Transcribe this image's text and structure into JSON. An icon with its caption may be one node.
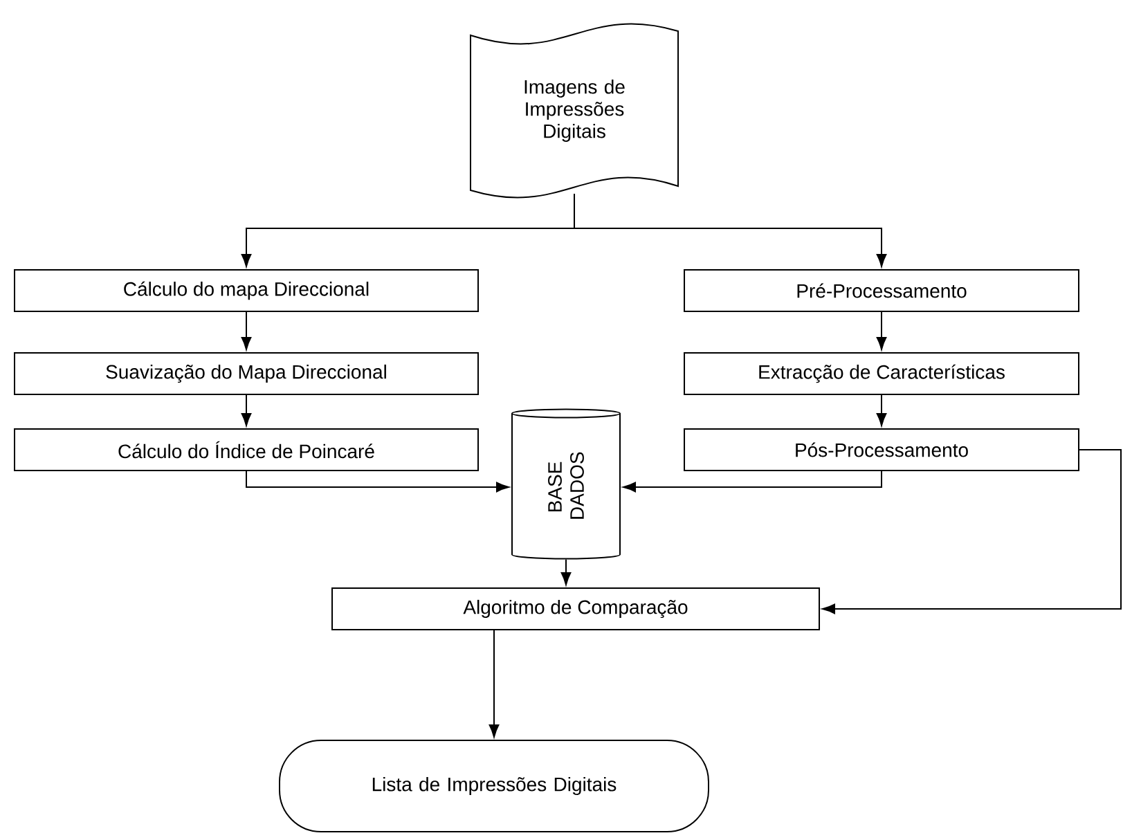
{
  "diagram": {
    "nodes": [
      {
        "text": [
          "Imagens de Impressões Digitais"
        ]
      },
      {
        "text": [
          "Cálculo do mapa Direccional"
        ]
      },
      {
        "text": [
          "Suavização do Mapa Direccional"
        ]
      },
      {
        "text": [
          "Cálculo do Índice de Poincaré"
        ]
      },
      {
        "text": [
          "Pré-Processamento"
        ]
      },
      {
        "text": [
          "Extracção de Características"
        ]
      },
      {
        "text": [
          "Pós-Processamento"
        ]
      },
      {
        "text": [
          "BASE DADOS"
        ]
      },
      {
        "text": [
          "Algoritmo de Comparação"
        ]
      },
      {
        "text": [
          "Lista de Impressões Digitais"
        ]
      }
    ],
    "edges": [
      {
        "from": 0,
        "to": 1,
        "arrow": "to"
      },
      {
        "from": 0,
        "to": 4,
        "arrow": "to"
      },
      {
        "from": 1,
        "to": 2,
        "arrow": "to"
      },
      {
        "from": 2,
        "to": 3,
        "arrow": "to"
      },
      {
        "from": 4,
        "to": 5,
        "arrow": "to"
      },
      {
        "from": 5,
        "to": 6,
        "arrow": "to"
      },
      {
        "from": 3,
        "to": 7,
        "arrow": "to"
      },
      {
        "from": 6,
        "to": 7,
        "arrow": "to"
      },
      {
        "from": 7,
        "to": 8,
        "arrow": "to"
      },
      {
        "from": 6,
        "to": 8,
        "arrow": "to"
      },
      {
        "from": 8,
        "to": 9,
        "arrow": "to"
      }
    ]
  }
}
